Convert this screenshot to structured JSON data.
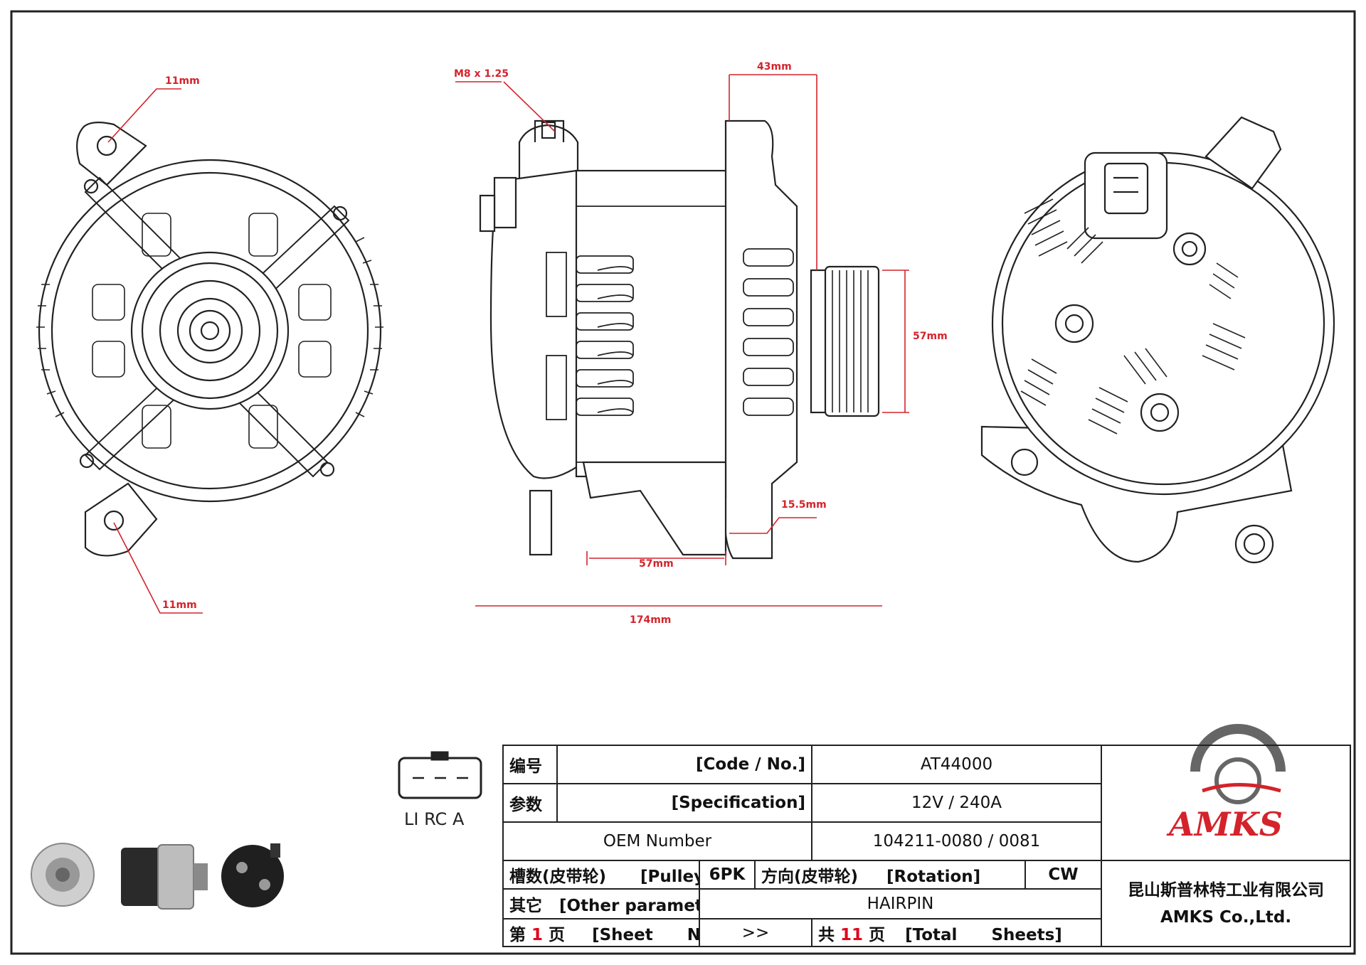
{
  "dimensions": {
    "mount_hole_top": "11mm",
    "mount_hole_bottom": "11mm",
    "terminal_thread": "M8 x 1.25",
    "hub_width": "43mm",
    "pulley_diameter": "57mm",
    "flange_offset": "15.5mm",
    "body_length": "57mm",
    "overall_length": "174mm"
  },
  "connector": {
    "pins_label": "LI RC A"
  },
  "title_block": {
    "code_cn": "编号",
    "code_en": "[Code / No.]",
    "code_value": "AT44000",
    "spec_cn": "参数",
    "spec_en": "[Specification]",
    "spec_value": "12V / 240A",
    "oem_label": "OEM Number",
    "oem_value": "104211-0080 / 0081",
    "pulley_cn": "槽数(皮带轮)",
    "pulley_en": "[Pulley ]",
    "pulley_value": "6PK",
    "rotation_cn": "方向(皮带轮)",
    "rotation_en": "[Rotation]",
    "rotation_value": "CW",
    "other_cn": "其它",
    "other_en": "[Other parameters]",
    "other_value": "HAIRPIN",
    "sheet_prefix": "第",
    "sheet_no": "1",
    "sheet_suffix": "页",
    "sheet_en": "[Sheet      No.]",
    "arrow": ">>",
    "total_prefix": "共",
    "total_no": "11",
    "total_suffix": "页",
    "total_en": "[Total      Sheets]"
  },
  "company": {
    "logo_text": "AMKS",
    "name_cn": "昆山斯普林特工业有限公司",
    "name_en": "AMKS Co.,Ltd."
  },
  "colors": {
    "dimension": "#d4232b",
    "value_red": "#e1061c",
    "line": "#222222"
  }
}
